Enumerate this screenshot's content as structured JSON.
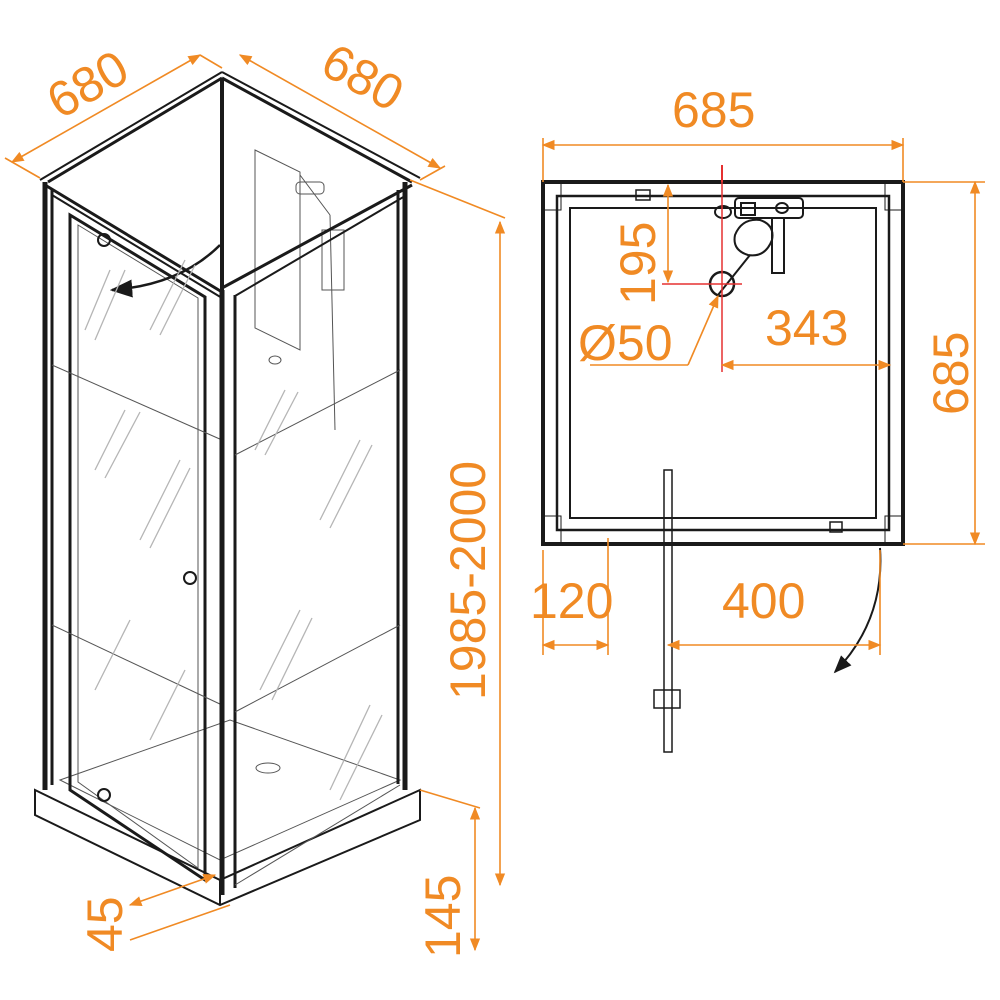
{
  "accent_color": "#f08a24",
  "line_color": "#1a1a1a",
  "dimensions": {
    "width_left": "680",
    "width_right": "680",
    "height_total": "1985-2000",
    "tray_height": "145",
    "door_offset": "45",
    "plan_width": "685",
    "plan_depth": "685",
    "drain_from_back": "195",
    "drain_diameter": "Ø50",
    "drain_from_side": "343",
    "door_left_offset": "120",
    "door_opening": "400"
  }
}
